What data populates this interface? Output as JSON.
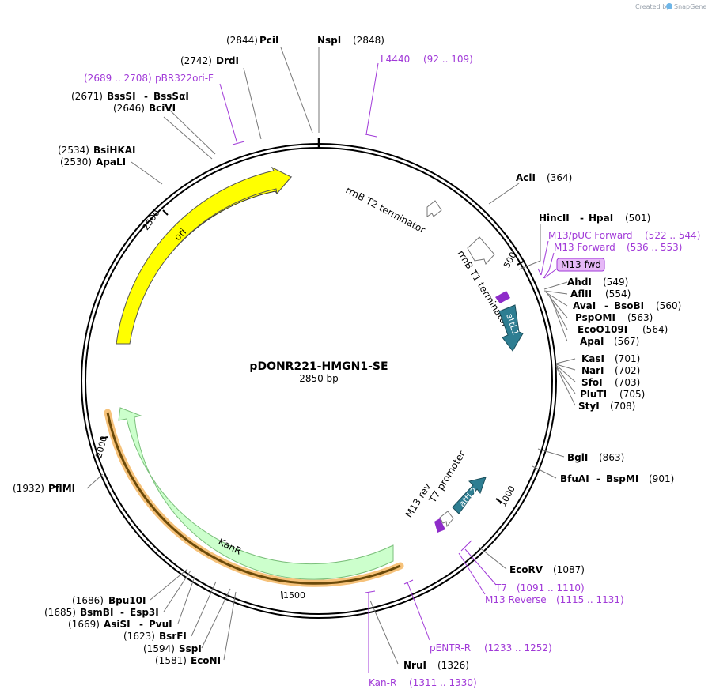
{
  "credit": {
    "prefix": "Created by",
    "brand": "SnapGene"
  },
  "plasmid": {
    "name": "pDONR221-HMGN1-SE",
    "length": "2850 bp"
  },
  "ticks": [
    "500",
    "1000",
    "1500",
    "2000",
    "2500"
  ],
  "features": {
    "ori": "ori",
    "kanr": "KanR",
    "attl1": "attL1",
    "attl2": "attL2",
    "rrnb_t2": "rrnB T2 terminator",
    "rrnb_t1": "rrnB T1 terminator",
    "t7_promoter": "T7 promoter",
    "m13_rev": "M13 rev",
    "m13_fwd": "M13 fwd"
  },
  "sites": {
    "pcii": {
      "name": "PciI",
      "pos": "(2844)"
    },
    "nspi": {
      "name": "NspI",
      "pos": "(2848)"
    },
    "drdi": {
      "name": "DrdI",
      "pos": "(2742)"
    },
    "bsssi": {
      "name": "BssSI",
      "sep": "-",
      "name2": "BssSαI",
      "pos": "(2671)"
    },
    "bcivi": {
      "name": "BciVI",
      "pos": "(2646)"
    },
    "bsihkai": {
      "name": "BsiHKAI",
      "pos": "(2534)"
    },
    "apali": {
      "name": "ApaLI",
      "pos": "(2530)"
    },
    "acli": {
      "name": "AclI",
      "pos": "(364)"
    },
    "hincii": {
      "name": "HincII",
      "sep": "-",
      "name2": "HpaI",
      "pos": "(501)"
    },
    "ahdi": {
      "name": "AhdI",
      "pos": "(549)"
    },
    "aflii": {
      "name": "AflII",
      "pos": "(554)"
    },
    "avai": {
      "name": "AvaI",
      "sep": "-",
      "name2": "BsoBI",
      "pos": "(560)"
    },
    "pspomi": {
      "name": "PspOMI",
      "pos": "(563)"
    },
    "eco0109i": {
      "name": "EcoO109I",
      "pos": "(564)"
    },
    "apai": {
      "name": "ApaI",
      "pos": "(567)"
    },
    "kasi": {
      "name": "KasI",
      "pos": "(701)"
    },
    "nari": {
      "name": "NarI",
      "pos": "(702)"
    },
    "sfoi": {
      "name": "SfoI",
      "pos": "(703)"
    },
    "pluti": {
      "name": "PluTI",
      "pos": "(705)"
    },
    "styi": {
      "name": "StyI",
      "pos": "(708)"
    },
    "bgli": {
      "name": "BglI",
      "pos": "(863)"
    },
    "bfuai": {
      "name": "BfuAI",
      "sep": "-",
      "name2": "BspMI",
      "pos": "(901)"
    },
    "ecorv": {
      "name": "EcoRV",
      "pos": "(1087)"
    },
    "nrui": {
      "name": "NruI",
      "pos": "(1326)"
    },
    "pfimi": {
      "name": "PflMI",
      "pos": "(1932)"
    },
    "bpu10i": {
      "name": "Bpu10I",
      "pos": "(1686)"
    },
    "bsmbi": {
      "name": "BsmBI",
      "sep": "-",
      "name2": "Esp3I",
      "pos": "(1685)"
    },
    "asisi": {
      "name": "AsiSI",
      "sep": "-",
      "name2": "PvuI",
      "pos": "(1669)"
    },
    "bsrfi": {
      "name": "BsrFI",
      "pos": "(1623)"
    },
    "sspi": {
      "name": "SspI",
      "pos": "(1594)"
    },
    "econi": {
      "name": "EcoNI",
      "pos": "(1581)"
    }
  },
  "primers": {
    "l4440": {
      "name": "L4440",
      "range": "(92 .. 109)"
    },
    "pbr322ori": {
      "name": "pBR322ori-F",
      "range": "(2689 .. 2708)"
    },
    "m13puc": {
      "name": "M13/pUC Forward",
      "range": "(522 .. 544)"
    },
    "m13fwd": {
      "name": "M13 Forward",
      "range": "(536 .. 553)"
    },
    "t7": {
      "name": "T7",
      "range": "(1091 .. 1110)"
    },
    "m13rev": {
      "name": "M13 Reverse",
      "range": "(1115 .. 1131)"
    },
    "pentr": {
      "name": "pENTR-R",
      "range": "(1233 .. 1252)"
    },
    "kanr": {
      "name": "Kan-R",
      "range": "(1311 .. 1330)"
    }
  },
  "colors": {
    "backbone": "#000000",
    "ori": "#ffff00",
    "kanr_fill": "#ccffcc",
    "kanr_stroke": "#7bbf7b",
    "orf_highlight": "#f6c27a",
    "orf_line": "#6b4a0a",
    "att": "#2e7e92",
    "primer": "#a13ad8",
    "primer_arrow": "#8e2cc9",
    "feature_box": "#e6b8f7"
  }
}
